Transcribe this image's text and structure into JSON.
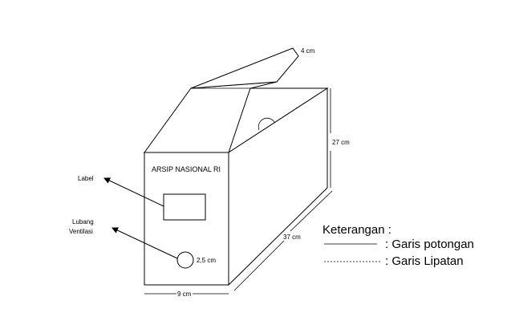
{
  "box": {
    "front_title": "ARSIP NASIONAL RI",
    "hole_size": "2,5 cm"
  },
  "dimensions": {
    "flap": "4 cm",
    "height": "27 cm",
    "length": "37 cm",
    "width": "9 cm"
  },
  "callouts": {
    "label": "Label",
    "vent_line1": "Lubang",
    "vent_line2": "Ventilasi"
  },
  "legend": {
    "title": "Keterangan :",
    "cut_line": ": Garis potongan",
    "fold_line": ": Garis Lipatan"
  }
}
